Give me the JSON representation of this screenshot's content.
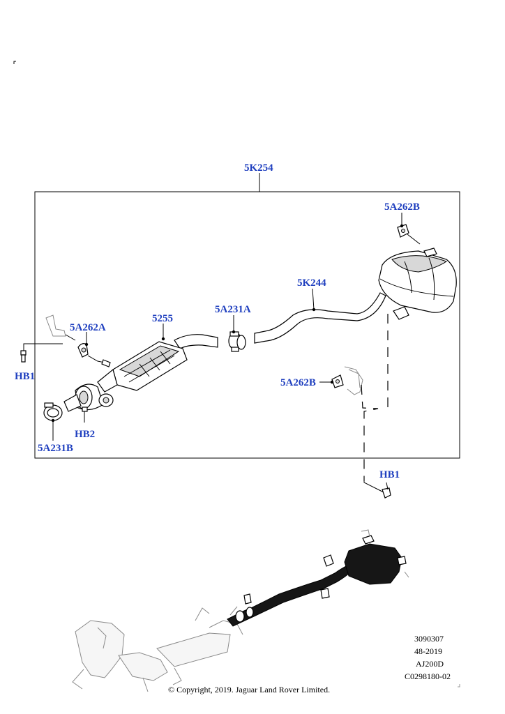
{
  "callouts": {
    "assembly": "5K254",
    "bracket_rear_top": "5A262B",
    "rear_pipe": "5K244",
    "clamp_mid": "5A231A",
    "catalyst": "5255",
    "bracket_front": "5A262A",
    "bolt_left": "HB1",
    "bracket_rear_mid": "5A262B",
    "bolt_hb2": "HB2",
    "clamp_front": "5A231B",
    "bolt_right": "HB1"
  },
  "reference": {
    "line1": "3090307",
    "line2": "48-2019",
    "line3": "AJ200D",
    "line4": "C0298180-02"
  },
  "copyright": "© Copyright, 2019. Jaguar Land Rover Limited."
}
